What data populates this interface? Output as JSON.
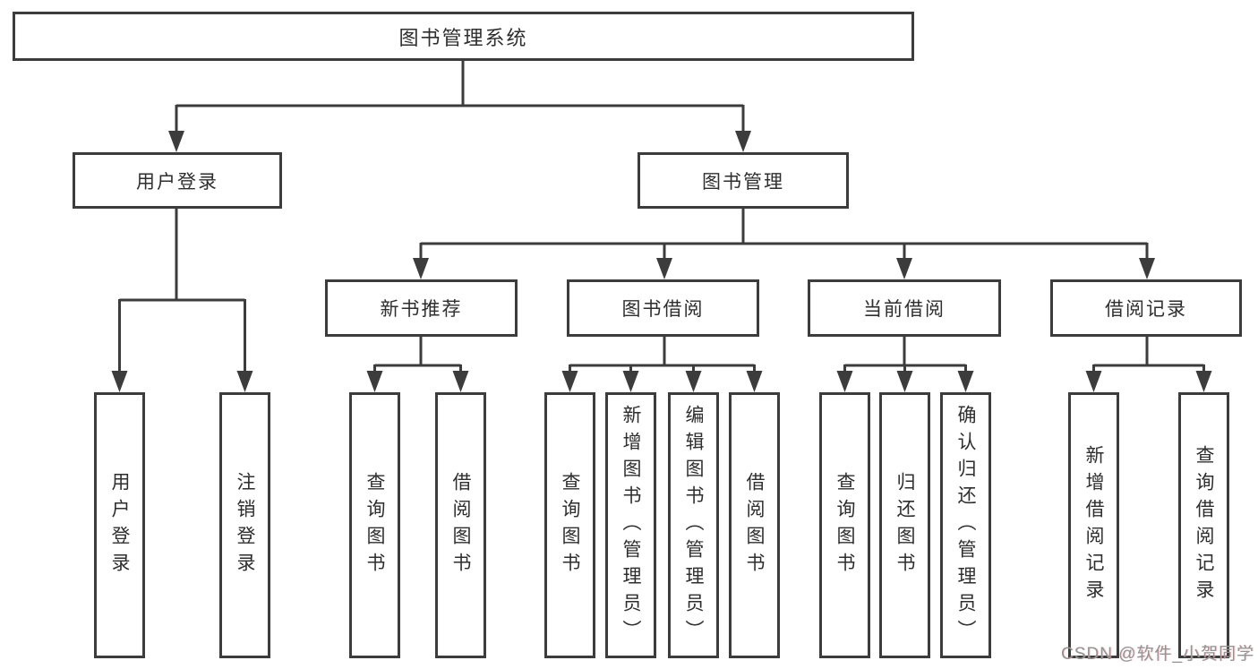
{
  "diagram": {
    "title_node": {
      "label": "图书管理系统"
    },
    "level2": {
      "user_login": {
        "label": "用户登录"
      },
      "book_mgmt": {
        "label": "图书管理"
      }
    },
    "level3": {
      "new_book_rec": {
        "label": "新书推荐"
      },
      "book_borrow": {
        "label": "图书借阅"
      },
      "current_borrow": {
        "label": "当前借阅"
      },
      "borrow_records": {
        "label": "借阅记录"
      }
    },
    "leaves": {
      "user_login_1": {
        "label": "用户登录"
      },
      "user_login_2": {
        "label": "注销登录"
      },
      "new_book_1": {
        "label": "查询图书"
      },
      "new_book_2": {
        "label": "借阅图书"
      },
      "borrow_1": {
        "label": "查询图书"
      },
      "borrow_2": {
        "label": "新增图书（管理员）"
      },
      "borrow_3": {
        "label": "编辑图书（管理员）"
      },
      "borrow_4": {
        "label": "借阅图书"
      },
      "current_1": {
        "label": "查询图书"
      },
      "current_2": {
        "label": "归还图书"
      },
      "current_3": {
        "label": "确认归还（管理员）"
      },
      "records_1": {
        "label": "新增借阅记录"
      },
      "records_2": {
        "label": "查询借阅记录"
      }
    },
    "watermark": "CSDN @软件_小贺同学",
    "colors": {
      "line": "#3c3c3c",
      "text": "#2e2e2e",
      "background": "#ffffff",
      "watermark": "#949494"
    }
  }
}
